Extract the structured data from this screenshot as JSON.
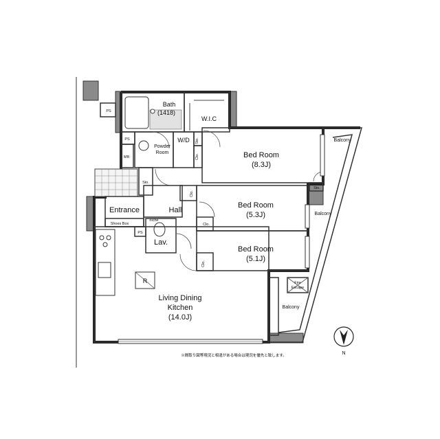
{
  "rooms": {
    "bath": "Bath",
    "bath_size": "(1418)",
    "wic": "W.I.C",
    "powder": "Powder",
    "powder2": "Room",
    "wd": "W/D",
    "bed1": "Bed Room",
    "bed1_size": "(8.3J)",
    "bed2": "Bed Room",
    "bed2_size": "(5.3J)",
    "bed3": "Bed Room",
    "bed3_size": "(5.1J)",
    "entrance": "Entrance",
    "hall": "Hall",
    "lav": "Lav.",
    "ldk1": "Living Dining",
    "ldk2": "Kitchen",
    "ldk_size": "(14.0J)"
  },
  "small_labels": {
    "ps_top": "PS",
    "ps_mid": "PS",
    "ps_lav": "PS",
    "mb": "MB",
    "sto_hall": "Sto.",
    "sto_balcony": "Sto.",
    "sto_wd": "Sto.",
    "clo_a": "Clo.",
    "clo_b": "Clo.",
    "clo_c": "Clo.",
    "clo_d": "Clo.",
    "niche": "niche",
    "shoes_box": "Shoes Box",
    "refrigerator": "R",
    "fire1": "Fire",
    "fire2": "Escape"
  },
  "balconies": [
    "Balcony",
    "Balcony",
    "Balcony"
  ],
  "compass": "N",
  "note": "※間取り図等現況と相違がある場合は現況を優先と致します。"
}
